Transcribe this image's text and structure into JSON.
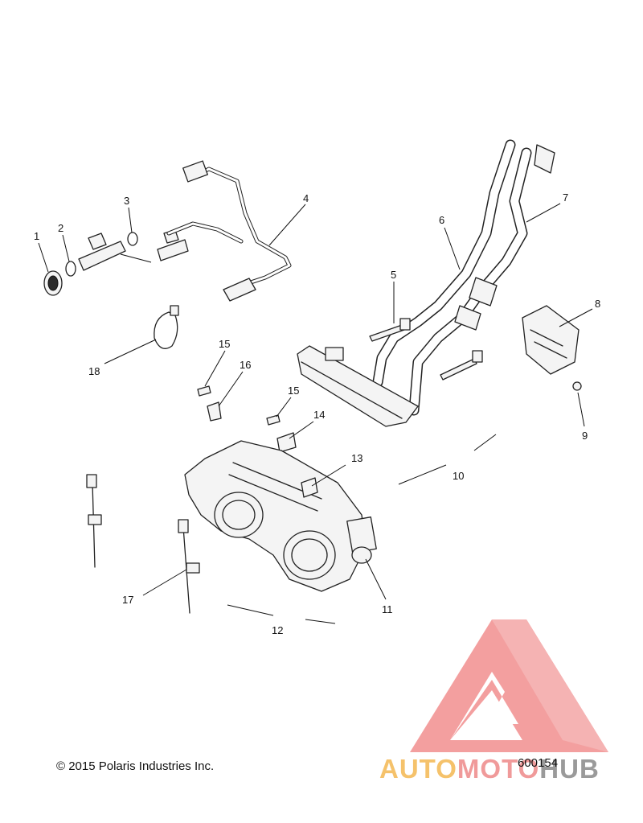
{
  "callouts": [
    "1",
    "2",
    "3",
    "4",
    "5",
    "6",
    "7",
    "8",
    "9",
    "10",
    "11",
    "12",
    "13",
    "14",
    "15",
    "15",
    "16",
    "17",
    "18"
  ],
  "copyright": "© 2015 Polaris Industries Inc.",
  "diagram_number": "600154",
  "watermark": {
    "part_a": "AUTO",
    "part_b": "MOTO",
    "part_c": "HUB",
    "colors": {
      "logo": "#f08080",
      "auto": "#f5c26b",
      "moto": "#f09a9a",
      "hub": "#9a9a9a"
    }
  }
}
